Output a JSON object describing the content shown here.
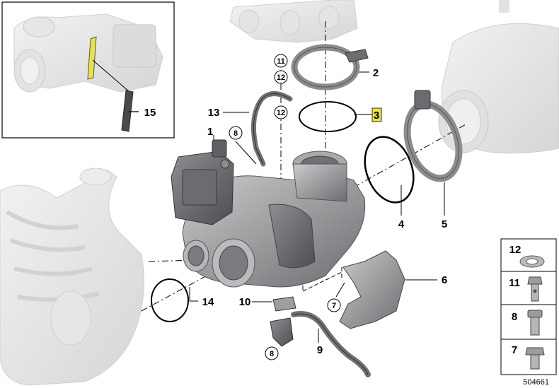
{
  "callouts": [
    {
      "label": "1"
    },
    {
      "label": "2"
    },
    {
      "label": "3"
    },
    {
      "label": "4"
    },
    {
      "label": "5"
    },
    {
      "label": "6"
    },
    {
      "label": "7"
    },
    {
      "label": "8"
    },
    {
      "label": "8"
    },
    {
      "label": "9"
    },
    {
      "label": "10"
    },
    {
      "label": "11"
    },
    {
      "label": "12"
    },
    {
      "label": "12"
    },
    {
      "label": "13"
    },
    {
      "label": "14"
    },
    {
      "label": "15"
    }
  ],
  "highlight_color": "#e8e24a",
  "key_items": [
    {
      "label": "12",
      "icon": "washer-icon"
    },
    {
      "label": "11",
      "icon": "hollow-bolt-icon"
    },
    {
      "label": "8",
      "icon": "hollow-screw-icon"
    },
    {
      "label": "7",
      "icon": "hex-bolt-icon"
    }
  ],
  "ref_number": "504661"
}
